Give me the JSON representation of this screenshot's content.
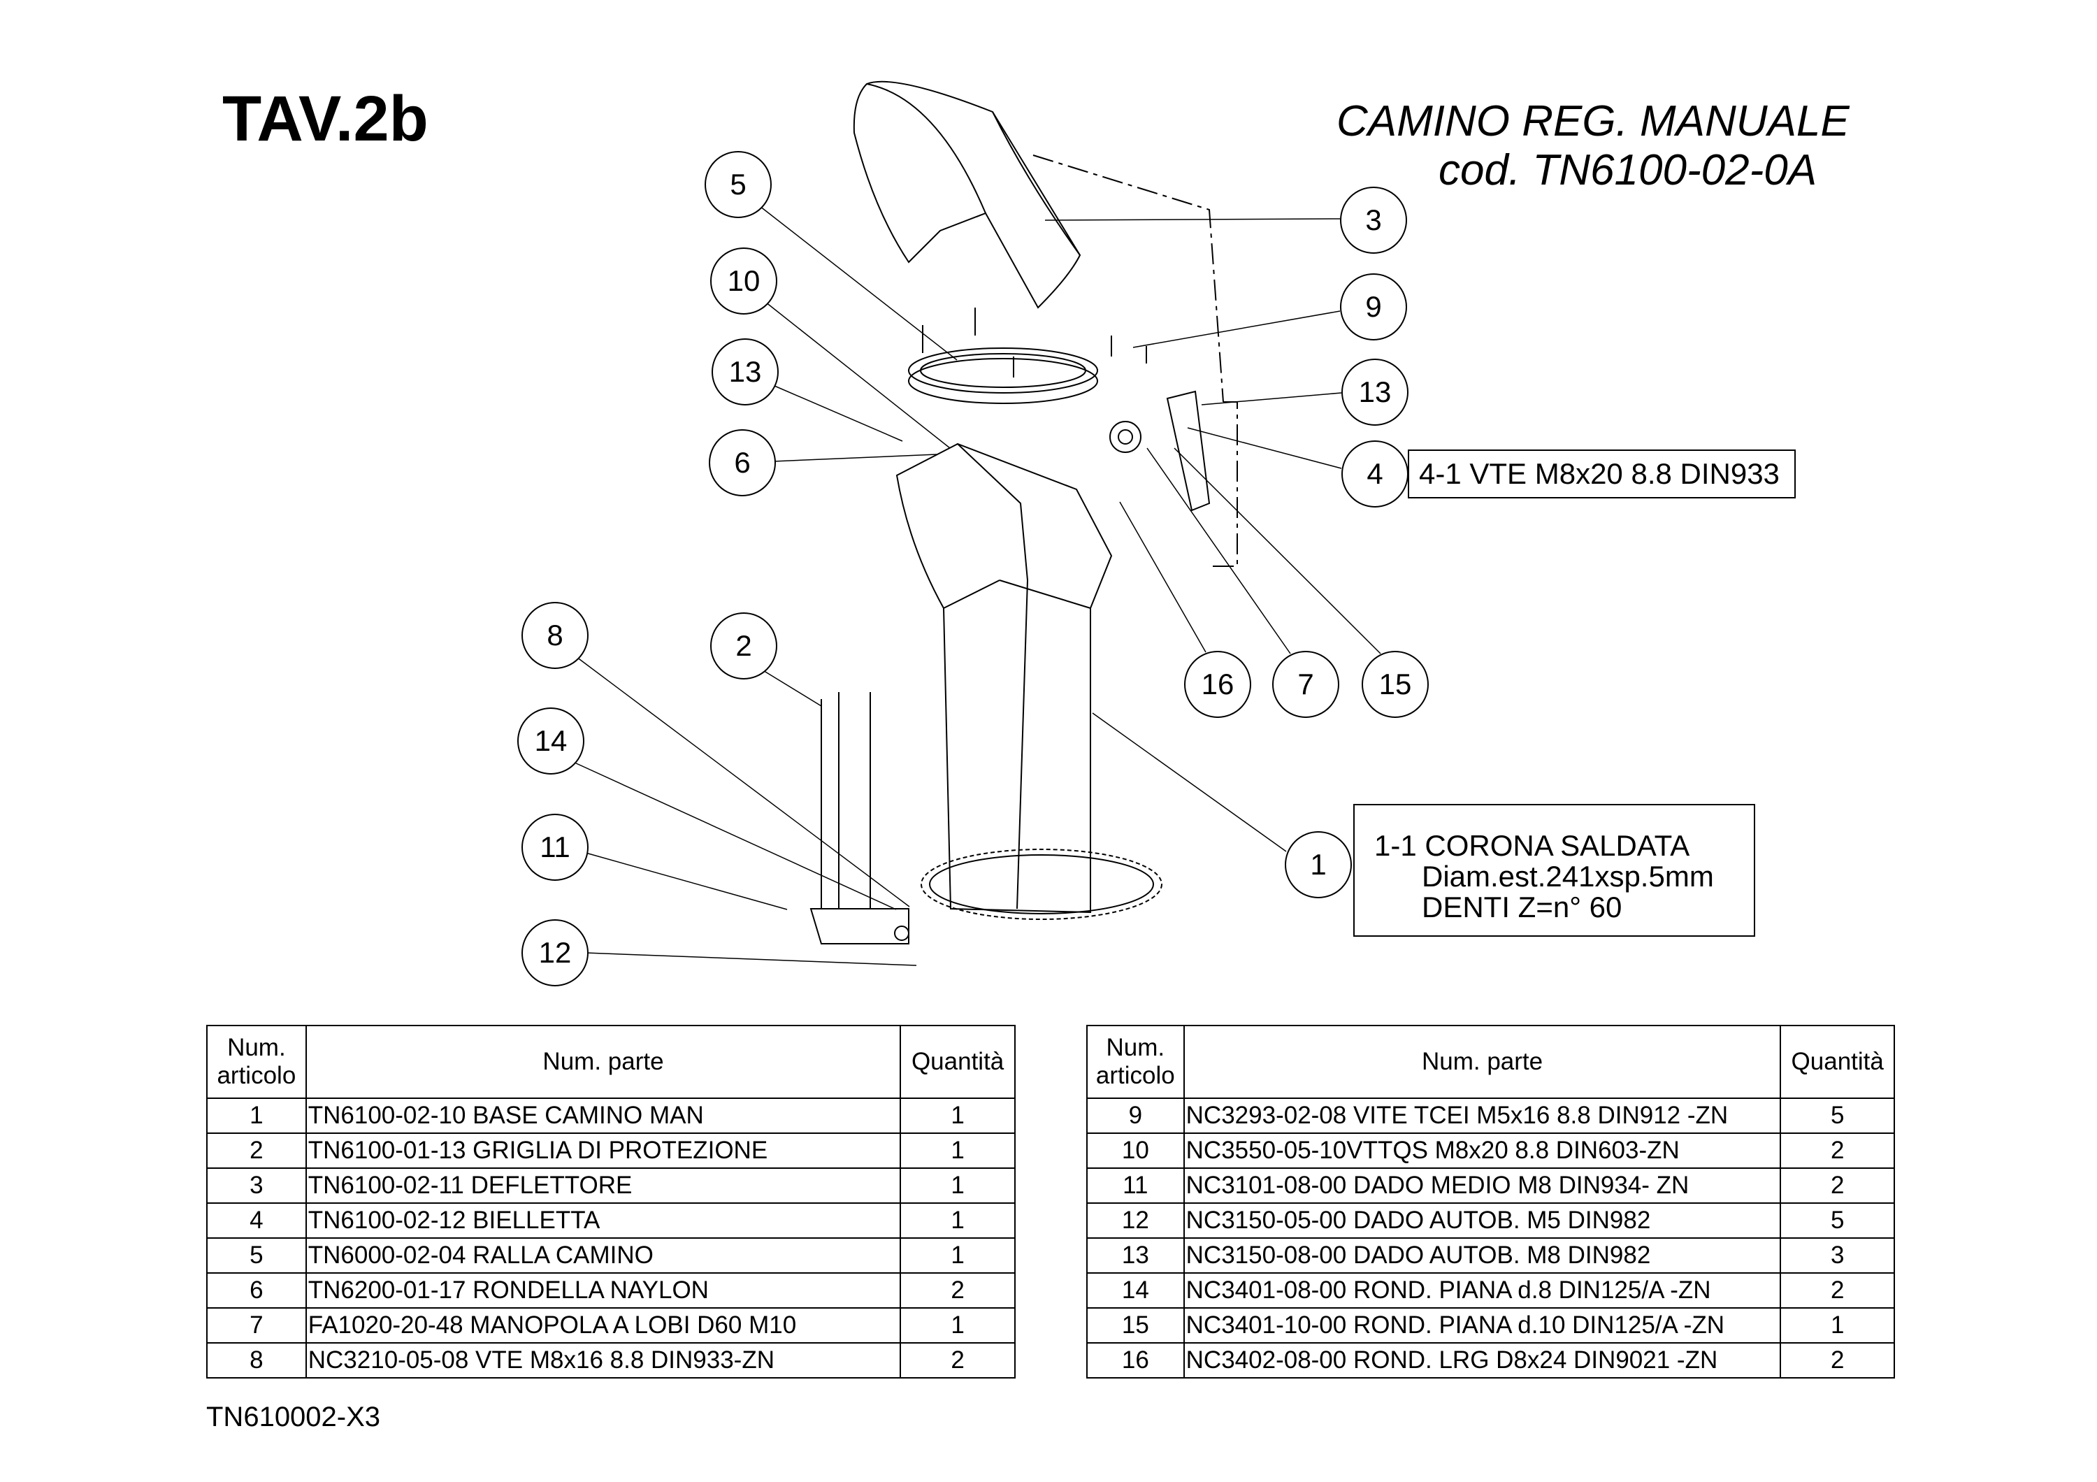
{
  "header": {
    "sheet": "TAV.2b",
    "title": "CAMINO REG. MANUALE",
    "code": "cod. TN6100-02-0A"
  },
  "balloons": {
    "b1": "1",
    "b2": "2",
    "b3": "3",
    "b4": "4",
    "b5": "5",
    "b6": "6",
    "b7": "7",
    "b8": "8",
    "b9": "9",
    "b10": "10",
    "b11": "11",
    "b12": "12",
    "b13a": "13",
    "b13b": "13",
    "b14": "14",
    "b15": "15",
    "b16": "16"
  },
  "callouts": {
    "screw": "4-1 VTE M8x20 8.8 DIN933",
    "crown": [
      "1-1 CORONA SALDATA",
      "Diam.est.241xsp.5mm",
      "DENTI Z=n° 60"
    ]
  },
  "table_headers": {
    "item_line1": "Num.",
    "item_line2": "articolo",
    "part": "Num. parte",
    "qty": "Quantità"
  },
  "bom_left": [
    {
      "n": "1",
      "part": "TN6100-02-10 BASE CAMINO MAN",
      "qty": "1"
    },
    {
      "n": "2",
      "part": "TN6100-01-13  GRIGLIA DI PROTEZIONE",
      "qty": "1"
    },
    {
      "n": "3",
      "part": "TN6100-02-11  DEFLETTORE",
      "qty": "1"
    },
    {
      "n": "4",
      "part": "TN6100-02-12  BIELLETTA",
      "qty": "1"
    },
    {
      "n": "5",
      "part": "TN6000-02-04  RALLA CAMINO",
      "qty": "1"
    },
    {
      "n": "6",
      "part": "TN6200-01-17 RONDELLA NAYLON",
      "qty": "2"
    },
    {
      "n": "7",
      "part": "FA1020-20-48 MANOPOLA A LOBI D60 M10",
      "qty": "1"
    },
    {
      "n": "8",
      "part": "NC3210-05-08 VTE M8x16 8.8 DIN933-ZN",
      "qty": "2"
    }
  ],
  "bom_right": [
    {
      "n": "9",
      "part": "NC3293-02-08 VITE TCEI M5x16 8.8 DIN912 -ZN",
      "qty": "5"
    },
    {
      "n": "10",
      "part": "NC3550-05-10VTTQS  M8x20 8.8 DIN603-ZN",
      "qty": "2"
    },
    {
      "n": "11",
      "part": "NC3101-08-00 DADO MEDIO M8 DIN934- ZN",
      "qty": "2"
    },
    {
      "n": "12",
      "part": "NC3150-05-00 DADO AUTOB. M5 DIN982",
      "qty": "5"
    },
    {
      "n": "13",
      "part": "NC3150-08-00 DADO AUTOB. M8 DIN982",
      "qty": "3"
    },
    {
      "n": "14",
      "part": "NC3401-08-00 ROND. PIANA d.8 DIN125/A -ZN",
      "qty": "2"
    },
    {
      "n": "15",
      "part": "NC3401-10-00 ROND. PIANA d.10 DIN125/A -ZN",
      "qty": "1"
    },
    {
      "n": "16",
      "part": "NC3402-08-00 ROND. LRG D8x24 DIN9021 -ZN",
      "qty": "2"
    }
  ],
  "footer": {
    "drawing_code": "TN610002-X3"
  }
}
